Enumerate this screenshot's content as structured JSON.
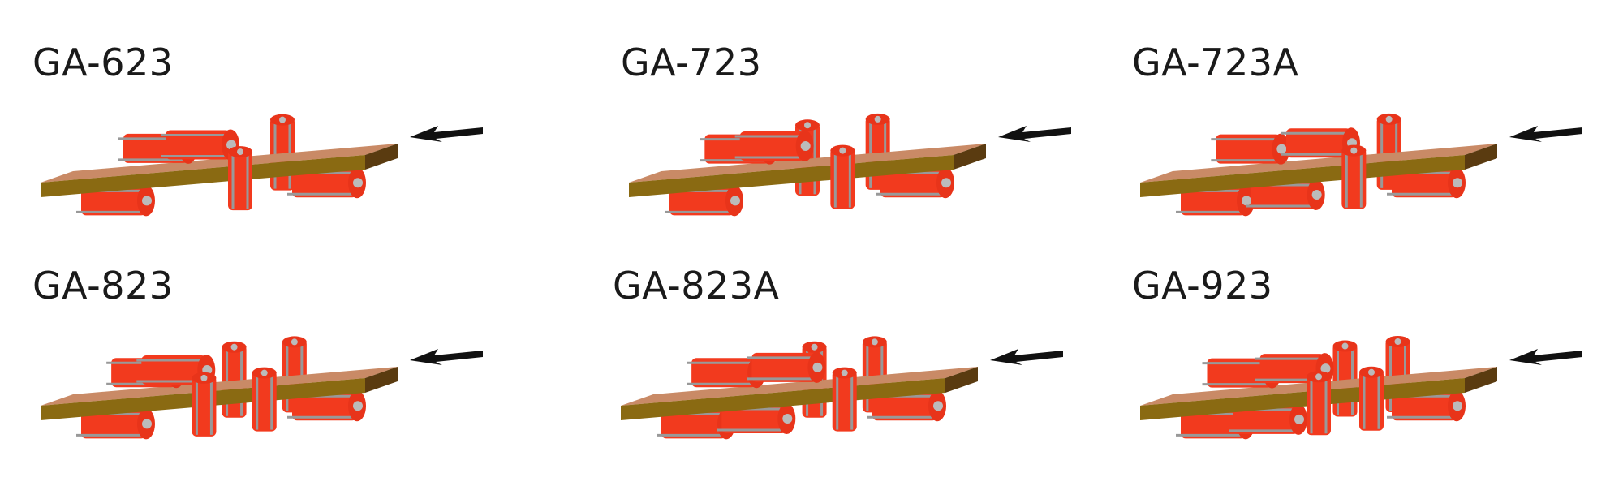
{
  "feed_direction": "right-to-left",
  "colors": {
    "spindle": "#f23a1e",
    "board_top": "#c98a66",
    "board_front": "#8a6a12",
    "board_end": "#5a3b10",
    "arrow": "#111111"
  },
  "machines": [
    {
      "model": "GA-623",
      "spindles": [
        "bottom",
        "top",
        "top",
        "front-vertical",
        "back-vertical",
        "bottom"
      ]
    },
    {
      "model": "GA-723",
      "spindles": [
        "bottom",
        "top",
        "top",
        "back-vertical",
        "front-vertical",
        "back-vertical",
        "bottom"
      ]
    },
    {
      "model": "GA-723A",
      "spindles": [
        "bottom",
        "top",
        "bottom",
        "top",
        "front-vertical",
        "back-vertical",
        "bottom"
      ]
    },
    {
      "model": "GA-823",
      "spindles": [
        "bottom",
        "top",
        "top",
        "front-vertical",
        "back-vertical",
        "front-vertical",
        "back-vertical",
        "bottom"
      ]
    },
    {
      "model": "GA-823A",
      "spindles": [
        "bottom",
        "top",
        "bottom",
        "top",
        "back-vertical",
        "front-vertical",
        "back-vertical",
        "bottom"
      ]
    },
    {
      "model": "GA-923",
      "spindles": [
        "bottom",
        "top",
        "bottom",
        "top",
        "front-vertical",
        "back-vertical",
        "front-vertical",
        "back-vertical",
        "bottom"
      ]
    }
  ]
}
